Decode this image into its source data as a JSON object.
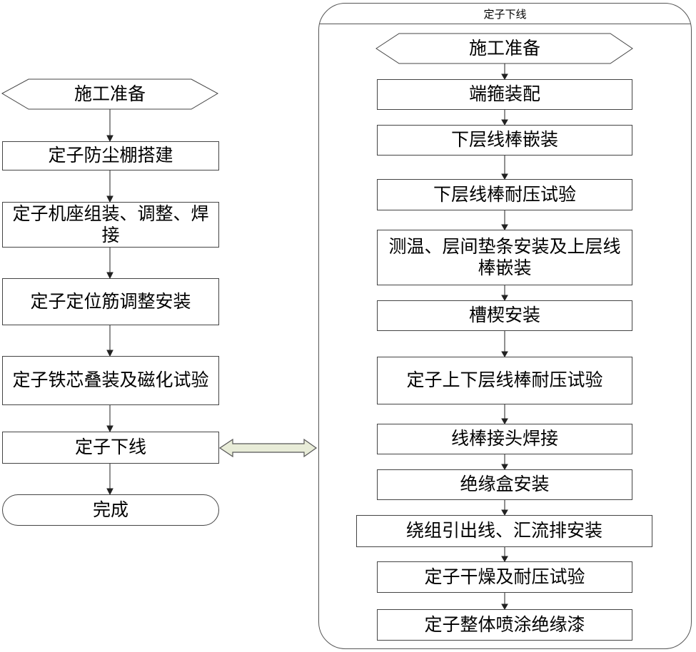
{
  "left": {
    "start": "施工准备",
    "steps": [
      "定子防尘棚搭建",
      "定子机座组装、调整、焊接",
      "定子定位筋调整安装",
      "定子铁芯叠装及磁化试验",
      "定子下线"
    ],
    "end": "完成"
  },
  "right": {
    "title": "定子下线",
    "start": "施工准备",
    "steps": [
      "端箍装配",
      "下层线棒嵌装",
      "下层线棒耐压试验",
      "测温、层间垫条安装及上层线棒嵌装",
      "槽楔安装",
      "定子上下层线棒耐压试验",
      "线棒接头焊接",
      "绝缘盒安装",
      "绕组引出线、汇流排安装",
      "定子干燥及耐压试验",
      "定子整体喷涂绝缘漆"
    ]
  },
  "colors": {
    "stroke": "#444444",
    "link_fill": "#e8ecd8",
    "link_stroke": "#555555"
  }
}
